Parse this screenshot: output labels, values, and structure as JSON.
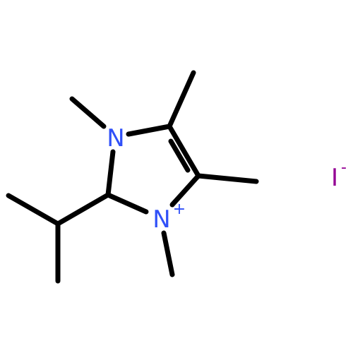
{
  "molecule": {
    "nitrogen_1": {
      "symbol": "N",
      "color": "#3050F8"
    },
    "nitrogen_2": {
      "symbol": "N",
      "color": "#3050F8",
      "charge": "+"
    },
    "counterion": {
      "symbol": "I",
      "color": "#940094",
      "charge": "-"
    }
  },
  "colors": {
    "bond": "#000000",
    "background": "#FFFFFF"
  }
}
